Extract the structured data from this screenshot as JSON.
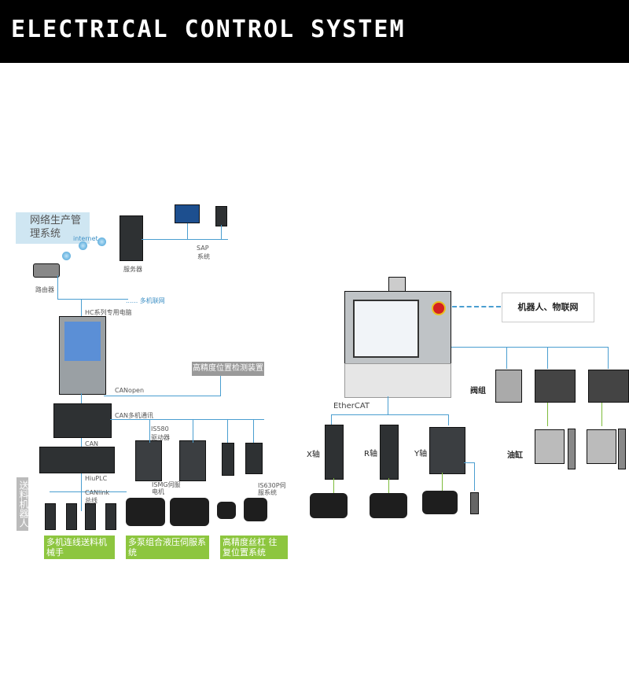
{
  "header": {
    "title": "ELECTRICAL CONTROL SYSTEM"
  },
  "left": {
    "mgmt": "网络生产管理系统",
    "internet": "internet",
    "server": "服务器",
    "sap": "SAP",
    "sap_sub": "系统",
    "router": "路由器",
    "multi_net": "...... 多机联网",
    "hc": "HC系列专用电脑",
    "detect": "高精度位置检测装置",
    "canopen": "CANopen",
    "can_multi": "CAN多机通讯",
    "is580": "IS580",
    "is580_sub": "驱动器",
    "can": "CAN",
    "plc": "HiuPLC",
    "canlink": "CANlink",
    "canlink_sub": "总线",
    "ismg": "ISMG伺服",
    "ismg_sub": "电机",
    "is630": "IS630P伺",
    "is630_sub": "服系统",
    "feed_robot": "送料机器人",
    "box1": "多机连线送料机械手",
    "box2": "多泵组合液压伺服系统",
    "box3": "高精度丝杠 往复位置系统"
  },
  "right": {
    "iot": "机器人、物联网",
    "ethercat": "EtherCAT",
    "x": "X轴",
    "r": "R轴",
    "y": "Y轴",
    "valve": "阀组",
    "cyl": "油缸"
  },
  "colors": {
    "line": "#4a9ed0",
    "green": "#8dc63f"
  }
}
